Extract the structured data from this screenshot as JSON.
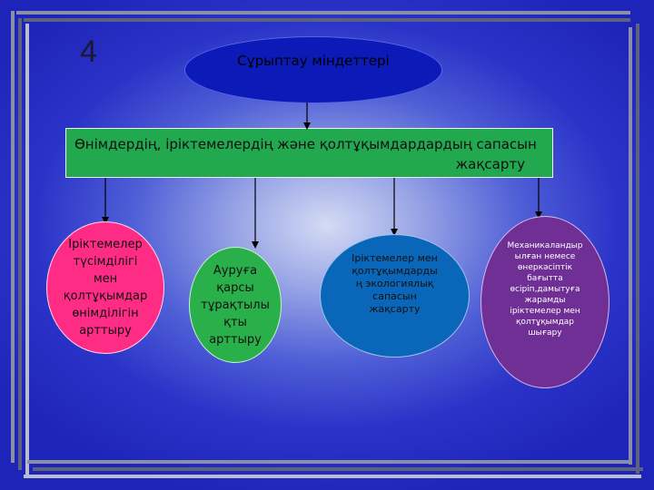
{
  "slide": {
    "number": "4",
    "title": "Сұрыптау міндеттері"
  },
  "goal": {
    "line1": "Өнімдердің, іріктемелердің және қолтұқымдардардың сапасын",
    "line2": "жақсарту"
  },
  "tasks": [
    {
      "text": "Іріктемелер\nтүсімділігі\nмен\nқолтұқымдар\nөнімділігін\nарттыру",
      "color": "#ff2c86"
    },
    {
      "text": "Ауруға\nқарсы\nтұрақтылы\nқты\nарттыру",
      "color": "#2ab04a"
    },
    {
      "text": "Іріктемелер мен\nқолтұқымдарды\nң экологиялық\nсапасын\nжақсарту",
      "color": "#0a66b8"
    },
    {
      "text": "Механикаландыр\nылған немесе\nөнеркәсіптік\nбағытта\nөсіріп,дамытуға\nжарамды\nіріктемелер мен\nқолтұқымдар\nшығару",
      "color": "#6f2f94"
    }
  ],
  "colors": {
    "background": "#2a33c8",
    "title_fill": "#0c1ab8",
    "goal_fill": "#22a84e"
  }
}
